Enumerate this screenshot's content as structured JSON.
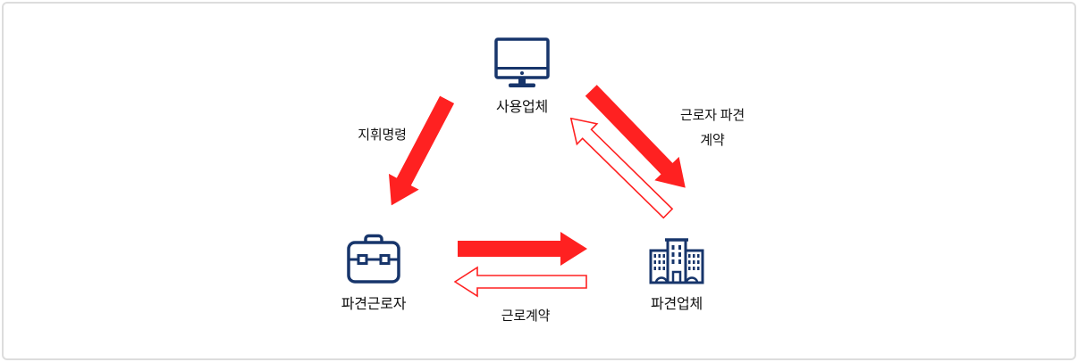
{
  "frame": {
    "background": "#ffffff",
    "border_color": "#dddddd"
  },
  "palette": {
    "arrow_red": "#ff2121",
    "icon_navy": "#17356b",
    "label_color": "#111111"
  },
  "entities": {
    "user_company": {
      "label": "사용업체",
      "icon": "desktop-monitor-icon"
    },
    "dispatched_worker": {
      "label": "파견근로자",
      "icon": "briefcase-icon"
    },
    "dispatch_agency": {
      "label": "파견업체",
      "icon": "office-building-icon"
    }
  },
  "relations": {
    "command": {
      "label": "지휘명령",
      "from": "user_company",
      "to": "dispatched_worker",
      "arrow_style": "solid-red"
    },
    "dispatch_contract": {
      "lines": [
        "근로자 파견",
        "계약"
      ],
      "solid_arrow": {
        "from": "user_company",
        "to": "dispatch_agency",
        "style": "solid-red"
      },
      "outline_arrow": {
        "from": "dispatch_agency",
        "to": "user_company",
        "style": "red-outline-white"
      }
    },
    "labor_contract": {
      "label": "근로계약",
      "solid_arrow": {
        "from": "dispatched_worker",
        "to": "dispatch_agency",
        "style": "solid-red"
      },
      "outline_arrow": {
        "from": "dispatch_agency",
        "to": "dispatched_worker",
        "style": "red-outline-white"
      }
    }
  }
}
